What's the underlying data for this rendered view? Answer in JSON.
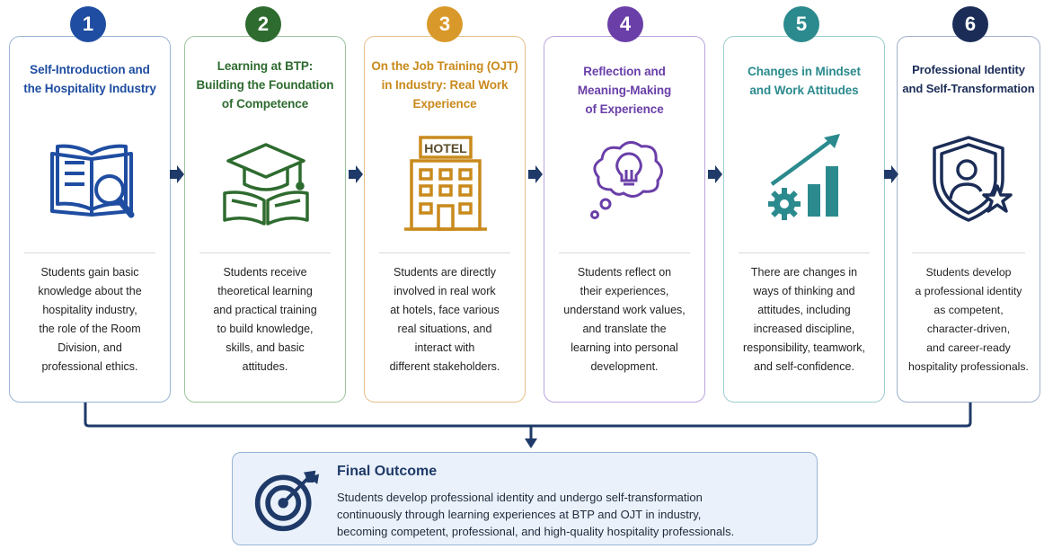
{
  "steps": [
    {
      "number": "1",
      "title": "Self-Introduction and\nthe Hospitality Industry",
      "icon": "book-magnifier-icon",
      "color": "#1f4da1",
      "description": "Students gain basic\nknowledge about the\nhospitality industry,\nthe role of the Room\nDivision, and\nprofessional ethics."
    },
    {
      "number": "2",
      "title": "Learning at BTP:\nBuilding the Foundation\nof Competence",
      "icon": "graduation-cap-book-icon",
      "color": "#2e6b2f",
      "description": "Students receive\ntheoretical learning\nand practical training\nto build knowledge,\nskills, and basic\nattitudes."
    },
    {
      "number": "3",
      "title": "On the Job Training (OJT)\nin Industry: Real Work\nExperience",
      "icon": "hotel-building-icon",
      "color": "#c98a1c",
      "description": "Students are directly\ninvolved in real work\nat hotels, face various\nreal situations, and\ninteract with\ndifferent stakeholders.",
      "hotel_sign": "HOTEL"
    },
    {
      "number": "4",
      "title": "Reflection and\nMeaning-Making\nof Experience",
      "icon": "thought-bubble-lightbulb-icon",
      "color": "#6a3fa8",
      "description": "Students reflect on\ntheir experiences,\nunderstand work values,\nand translate the\nlearning into personal\ndevelopment."
    },
    {
      "number": "5",
      "title": "Changes in Mindset\nand Work Attitudes",
      "icon": "growth-chart-gear-icon",
      "color": "#2b8a8e",
      "description": "There are changes in\nways of thinking and\nattitudes, including\nincreased discipline,\nresponsibility, teamwork,\nand self-confidence."
    },
    {
      "number": "6",
      "title": "Professional Identity\nand Self-Transformation",
      "icon": "shield-person-star-icon",
      "color": "#1b2d57",
      "description": "Students develop\na professional identity\nas competent,\ncharacter-driven,\nand career-ready\nhospitality professionals."
    }
  ],
  "outcome": {
    "title": "Final Outcome",
    "icon": "target-arrow-icon",
    "text": "Students develop professional identity and undergo self-transformation\ncontinuously through learning experiences at BTP and OJT in industry,\nbecoming competent, professional, and high-quality hospitality professionals."
  },
  "colors": {
    "connector": "#1f3a68",
    "outcome_bg": "#eaf1fa",
    "outcome_border": "#97b3d6"
  }
}
